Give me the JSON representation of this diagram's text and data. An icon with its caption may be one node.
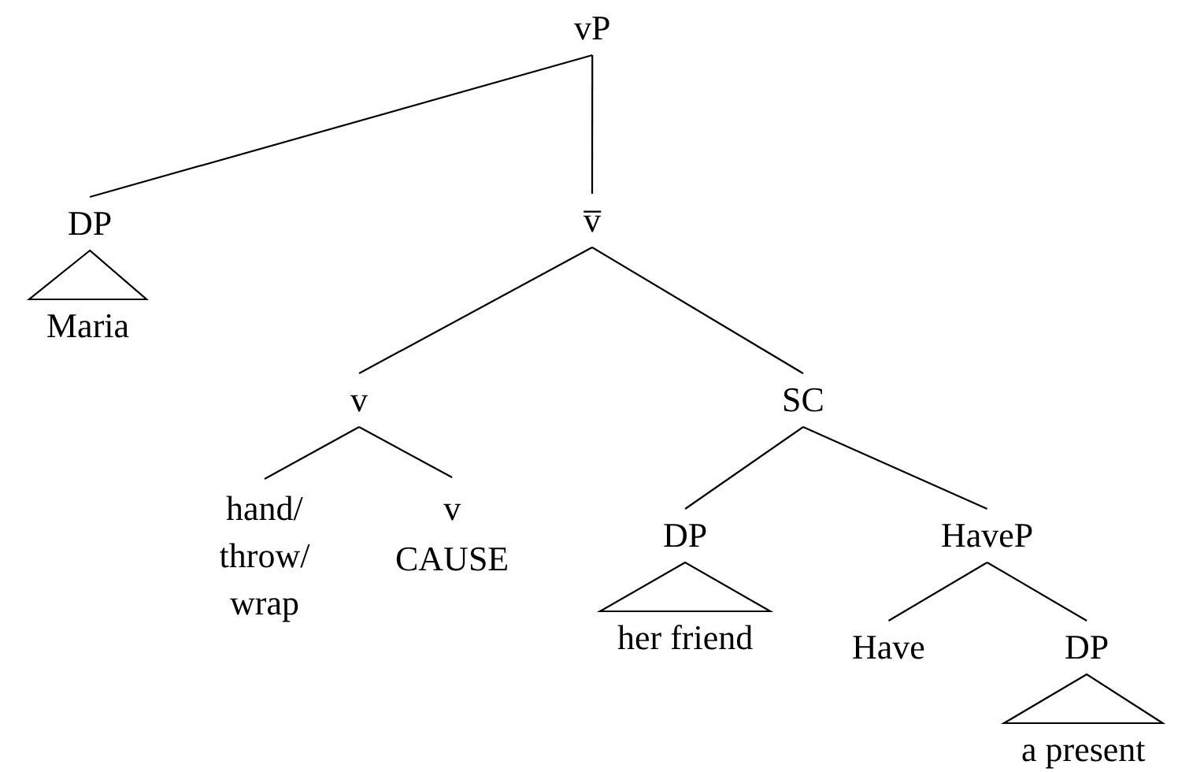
{
  "diagram": {
    "nodes": [
      {
        "text": [
          "vP"
        ]
      },
      {
        "text": [
          "DP"
        ]
      },
      {
        "text": [
          "Maria"
        ]
      },
      {
        "text": [
          "v̅"
        ]
      },
      {
        "text": [
          "v"
        ]
      },
      {
        "text": [
          "hand/ throw/ wrap"
        ]
      },
      {
        "text": [
          "v",
          "CAUSE"
        ]
      },
      {
        "text": [
          "SC"
        ]
      },
      {
        "text": [
          "DP"
        ]
      },
      {
        "text": [
          "her friend"
        ]
      },
      {
        "text": [
          "HaveP"
        ]
      },
      {
        "text": [
          "Have"
        ]
      },
      {
        "text": [
          "DP"
        ]
      },
      {
        "text": [
          "a present"
        ]
      }
    ],
    "edges": [
      {
        "from": 0,
        "to": 1,
        "arrow": "none"
      },
      {
        "from": 0,
        "to": 3,
        "arrow": "none"
      },
      {
        "from": 1,
        "to": 2,
        "arrow": "none"
      },
      {
        "from": 3,
        "to": 4,
        "arrow": "none"
      },
      {
        "from": 3,
        "to": 7,
        "arrow": "none"
      },
      {
        "from": 4,
        "to": 5,
        "arrow": "none"
      },
      {
        "from": 4,
        "to": 6,
        "arrow": "none"
      },
      {
        "from": 7,
        "to": 8,
        "arrow": "none"
      },
      {
        "from": 7,
        "to": 10,
        "arrow": "none"
      },
      {
        "from": 8,
        "to": 9,
        "arrow": "none"
      },
      {
        "from": 10,
        "to": 11,
        "arrow": "none"
      },
      {
        "from": 10,
        "to": 12,
        "arrow": "none"
      },
      {
        "from": 12,
        "to": 13,
        "arrow": "none"
      }
    ]
  }
}
